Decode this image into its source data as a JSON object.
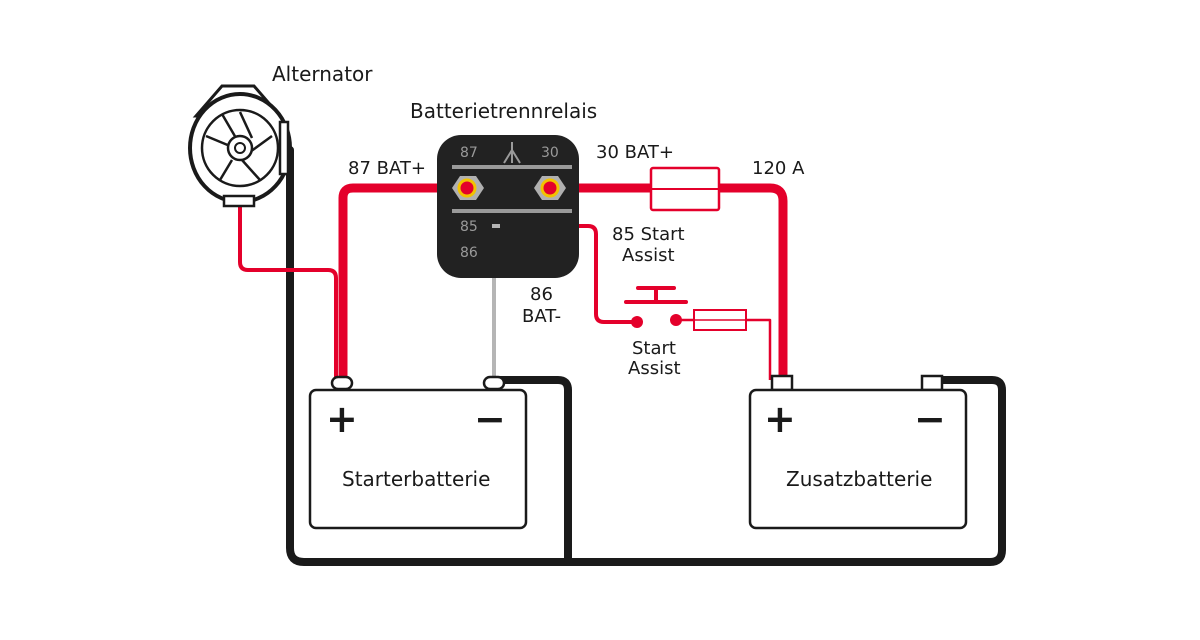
{
  "colors": {
    "positive_wire": "#e4002b",
    "ground_wire": "#1a1a1a",
    "control_wire": "#b5b5b5",
    "relay_body": "#222222",
    "terminal_highlight": "#f2c200",
    "outline": "#1a1a1a"
  },
  "labels": {
    "alternator": "Alternator",
    "relay_title": "Batterietrennrelais",
    "bat87": "87 BAT+",
    "bat30": "30 BAT+",
    "fuse_rating": "120 A",
    "start_assist_85_line1": "85 Start",
    "start_assist_85_line2": "Assist",
    "bat86_line1": "86",
    "bat86_line2": "BAT-",
    "switch_line1": "Start",
    "switch_line2": "Assist"
  },
  "relay": {
    "terminal_87": "87",
    "terminal_30": "30",
    "terminal_85": "85",
    "terminal_86": "86"
  },
  "batteries": {
    "starter": {
      "name": "Starterbatterie",
      "plus": "+",
      "minus": "−"
    },
    "auxiliary": {
      "name": "Zusatzbatterie",
      "plus": "+",
      "minus": "−"
    }
  }
}
